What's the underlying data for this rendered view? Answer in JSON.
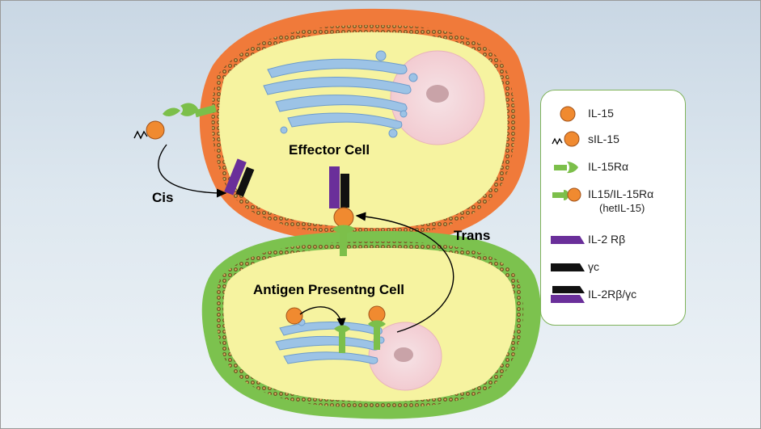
{
  "labels": {
    "effector_cell": "Effector Cell",
    "apc": "Antigen Presentng Cell",
    "cis": "Cis",
    "trans": "Trans"
  },
  "legend": {
    "il15": "IL-15",
    "sil15": "sIL-15",
    "il15ra": "IL-15Rα",
    "hetil15_line1": "IL15/IL-15Rα",
    "hetil15_line2": "(hetIL-15)",
    "il2rb": "IL-2 Rβ",
    "gc": "γc",
    "il2rb_gc": "IL-2Rβ/γc"
  },
  "colors": {
    "effector_membrane": "#f07a3a",
    "apc_membrane": "#7cc24e",
    "cytoplasm": "#f6f3a0",
    "il15": "#f08a30",
    "receptor_green": "#7cbf4a",
    "il2rb": "#6a2f9a",
    "gamma_c": "#111111"
  }
}
